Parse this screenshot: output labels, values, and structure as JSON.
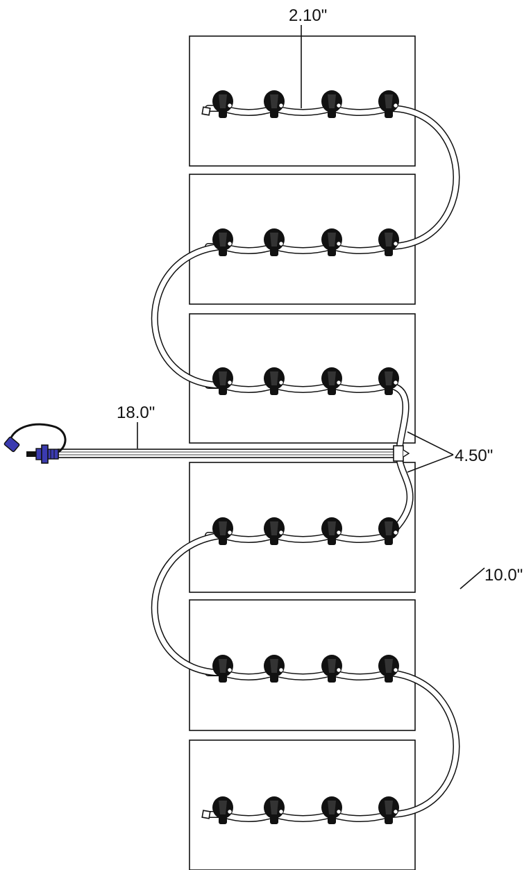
{
  "diagram": {
    "batteries": 6,
    "caps_per_battery": 4,
    "colors": {
      "line": "#111111",
      "cap": "#111111",
      "tube": "#ffffff",
      "filler_connector": "#3b3bb0",
      "background": "#ffffff"
    },
    "icons": [
      "watering-cap-icon",
      "hand-pump-connector-icon",
      "tee-fitting-icon",
      "end-plug-icon"
    ]
  },
  "dimensions": {
    "cap_spacing": "2.10\"",
    "main_feed": "18.0\"",
    "tee_branch": "4.50\"",
    "jumper": "10.0\""
  }
}
